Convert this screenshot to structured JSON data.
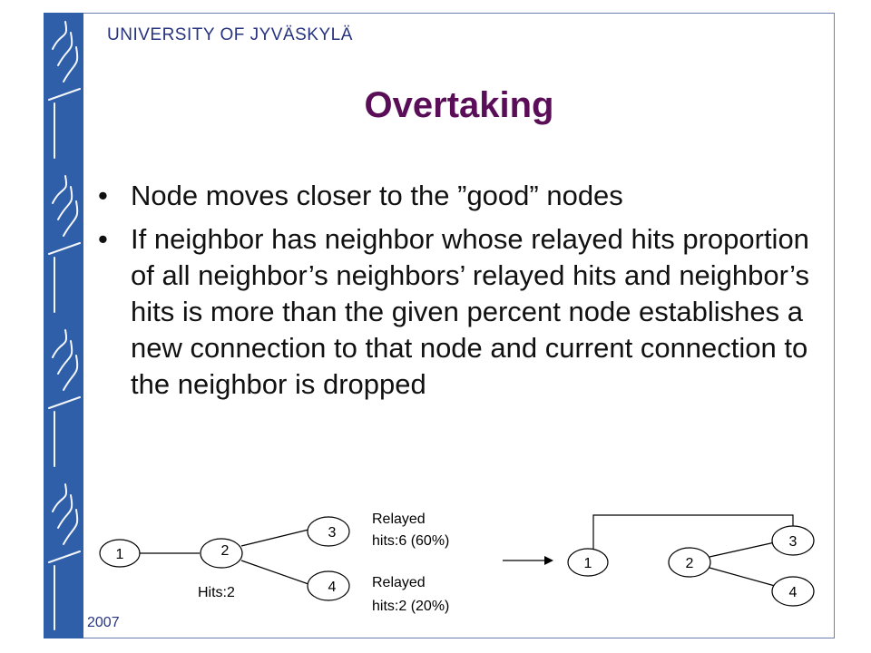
{
  "header": {
    "university": "UNIVERSITY OF JYVÄSKYLÄ"
  },
  "slide": {
    "title": "Overtaking",
    "bullets": [
      "Node moves closer to the ”good” nodes",
      "If neighbor has neighbor whose relayed hits proportion of all neighbor’s neighbors’ relayed hits and neighbor’s hits is more than the given percent node establishes a new connection to that node and current connection to the neighbor is dropped"
    ],
    "year": "2007"
  },
  "diagram": {
    "before": {
      "nodes": [
        "1",
        "2",
        "3",
        "4"
      ],
      "hits_label": "Hits:2",
      "relayed_top": [
        "Relayed",
        "hits:6 (60%)"
      ],
      "relayed_bottom": [
        "Relayed",
        "hits:2 (20%)"
      ]
    },
    "after": {
      "nodes": [
        "1",
        "2",
        "3",
        "4"
      ]
    }
  },
  "colors": {
    "band": "#2f5fa8",
    "title": "#5a0e57",
    "header": "#27337f"
  }
}
